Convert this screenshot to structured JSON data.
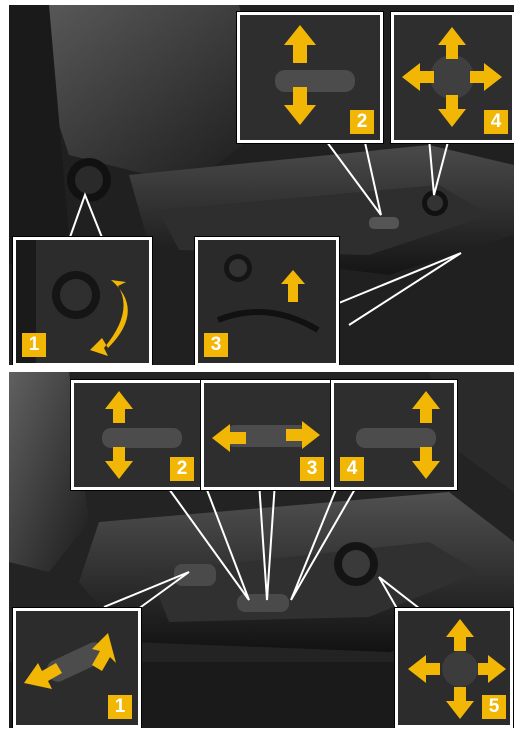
{
  "colors": {
    "accent": "#f2b705",
    "frame": "#ffffff",
    "seat": "#3a3a3a",
    "background": "#1e1e1e"
  },
  "top_figure": {
    "callouts": [
      {
        "number": "1",
        "control": "lumbar support knob",
        "arrow": "curved-arrow-icon"
      },
      {
        "number": "2",
        "control": "seat lever",
        "arrow": "up-down-arrows-icon"
      },
      {
        "number": "3",
        "control": "lower knob",
        "arrow": "up-arrow-icon"
      },
      {
        "number": "4",
        "control": "four-way joystick",
        "arrow": "four-way-arrows-icon"
      }
    ]
  },
  "bottom_figure": {
    "callouts": [
      {
        "number": "1",
        "control": "seat cushion switch",
        "arrow": "diagonal-arrows-icon"
      },
      {
        "number": "2",
        "control": "seat switch up/down",
        "arrow": "up-down-arrows-icon"
      },
      {
        "number": "3",
        "control": "seat switch fore/aft",
        "arrow": "left-right-arrows-icon"
      },
      {
        "number": "4",
        "control": "backrest switch",
        "arrow": "up-down-arrows-icon"
      },
      {
        "number": "5",
        "control": "multi-way knob",
        "arrow": "four-way-arrows-icon"
      }
    ]
  }
}
